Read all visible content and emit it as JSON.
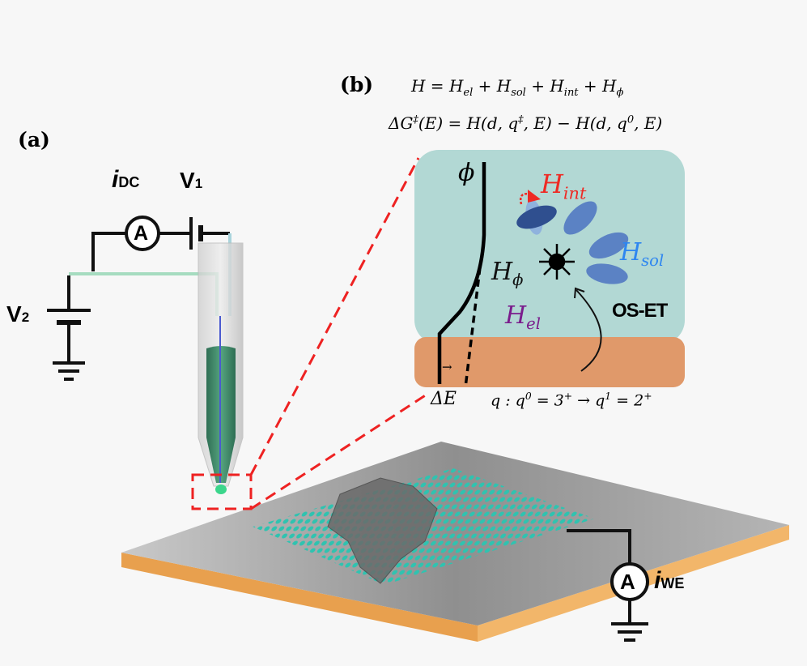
{
  "panel_a": {
    "label": "(a)",
    "i_dc": {
      "symbol": "i",
      "sub": "DC"
    },
    "v1": {
      "symbol": "V",
      "sub": "1"
    },
    "v2": {
      "symbol": "V",
      "sub": "2"
    },
    "ammeter_dc": "A",
    "ammeter_we": "A",
    "i_we": {
      "symbol": "i",
      "sub": "WE"
    }
  },
  "panel_b": {
    "label": "(b)",
    "eq1": "H = H_el + H_sol + H_int + H_ϕ",
    "eq1_parts": {
      "H": "H",
      "eq": " = ",
      "plus": " + ",
      "el": "el",
      "sol": "sol",
      "int": "int",
      "phi": "ϕ"
    },
    "eq2": "ΔG‡(E) = H(d, q‡, E) − H(d, q0, E)",
    "eq2_parts": {
      "lhs": "ΔG",
      "dagger": "‡",
      "mid": "(E) = H(d, q",
      "rest1": ", E) − H(d, q",
      "zero": "0",
      "rest2": ", E)"
    },
    "phi": "ϕ",
    "h_int": {
      "symbol": "H",
      "sub": "int"
    },
    "h_sol": {
      "symbol": "H",
      "sub": "sol"
    },
    "h_phi": {
      "symbol": "H",
      "sub": "ϕ"
    },
    "h_el": {
      "symbol": "H",
      "sub": "el"
    },
    "os_et": "OS-ET",
    "delta_e": "ΔE",
    "shift_arrow": "→",
    "charge": {
      "prefix": "q : q",
      "s0": "0",
      "mid": " = 3",
      "plus": "+",
      "arrow": " → q",
      "s1": "1",
      "end": " = 2"
    },
    "colors": {
      "solvent": "#b2d8d4",
      "electrode": "#e0996a",
      "h_int": "#ee2a24",
      "h_sol": "#2e86f0",
      "h_el": "#7a1c8c",
      "molecule": "#5b82c4"
    }
  }
}
